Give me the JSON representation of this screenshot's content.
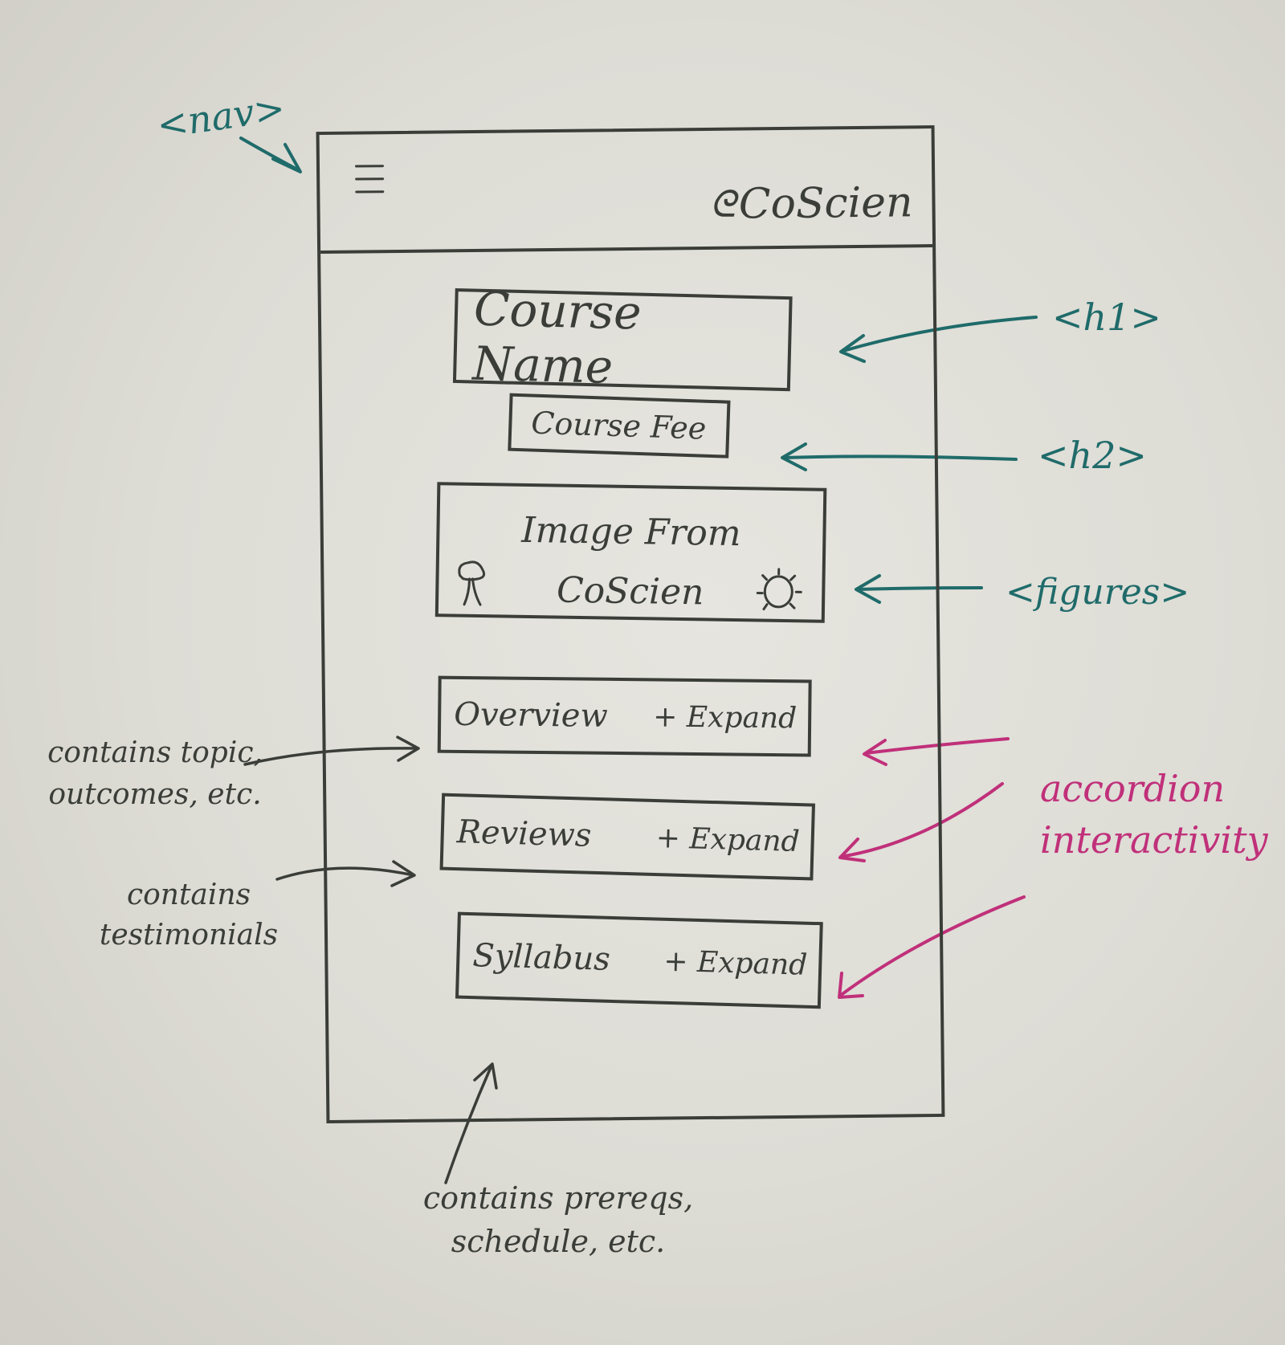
{
  "annotations": {
    "nav_tag": "<nav>",
    "h1_tag": "<h1>",
    "h2_tag": "<h2>",
    "figure_tag": "<figures>",
    "accordion_note": "accordion interactivity",
    "overview_note": "contains topic, outcomes, etc.",
    "reviews_note": "contains testimonials",
    "syllabus_note": "contains prereqs, schedule, etc."
  },
  "navbar": {
    "brand": "CoScien",
    "brand_icon": "leaf-swirl-icon",
    "menu_icon": "hamburger-menu-icon"
  },
  "course": {
    "name": "Course Name",
    "fee": "Course Fee"
  },
  "figure": {
    "caption": "Image From\nCoScien",
    "left_icon": "tree-icon",
    "right_icon": "sun-icon"
  },
  "accordions": [
    {
      "label": "Overview",
      "action": "+ Expand"
    },
    {
      "label": "Reviews",
      "action": "+ Expand"
    },
    {
      "label": "Syllabus",
      "action": "+ Expand"
    }
  ],
  "colors": {
    "paper": "#dddcd5",
    "ink": "#3a3d38",
    "teal_annotation": "#1f6b6a",
    "magenta_annotation": "#c0307a"
  }
}
